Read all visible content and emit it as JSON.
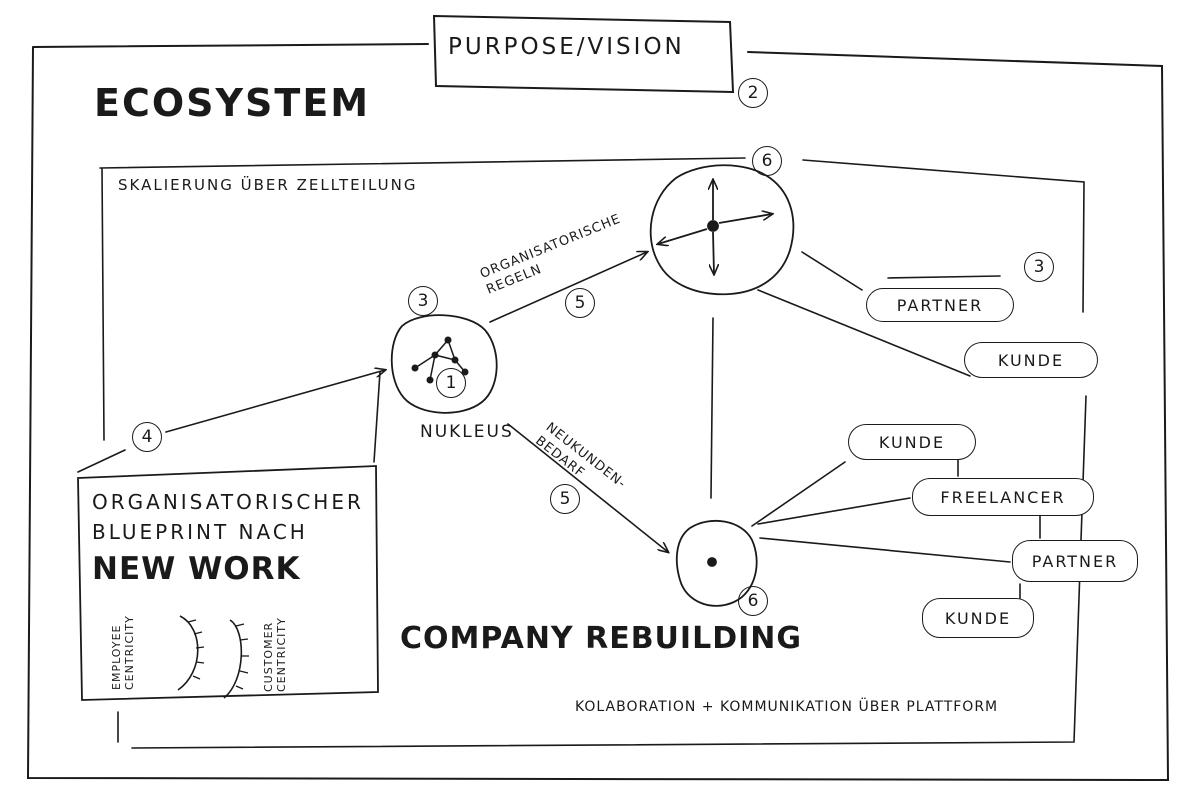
{
  "header": {
    "purpose_vision": "PURPOSE/VISION"
  },
  "ecosystem": {
    "title": "ECOSYSTEM",
    "scaling_label": "SKALIERUNG ÜBER ZELLTEILUNG",
    "collaboration_label": "KOLABORATION + KOMMUNIKATION ÜBER PLATTFORM"
  },
  "nucleus": {
    "label": "NUKLEUS"
  },
  "arrows": {
    "upper": "ORGANISATORISCHE REGELN",
    "lower": "NEUKUNDEN-BEDARF"
  },
  "blueprint": {
    "line1": "ORGANISATORISCHER",
    "line2": "BLUEPRINT NACH",
    "title": "NEW WORK",
    "employee": "EMPLOYEE CENTRICITY",
    "customer": "CUSTOMER CENTRICITY"
  },
  "company_rebuilding": "COMPANY REBUILDING",
  "stakeholders": {
    "upper": [
      {
        "label": "PARTNER"
      },
      {
        "label": "KUNDE"
      }
    ],
    "lower": [
      {
        "label": "KUNDE"
      },
      {
        "label": "FREELANCER"
      },
      {
        "label": "PARTNER"
      },
      {
        "label": "KUNDE"
      }
    ]
  },
  "markers": {
    "purpose": "2",
    "cell_top": "6",
    "stakeholders_top": "3",
    "nucleus_top": "3",
    "nucleus_inner": "1",
    "arrow_upper": "5",
    "arrow_lower": "5",
    "blueprint_arrow": "4",
    "cell_bottom": "6"
  }
}
